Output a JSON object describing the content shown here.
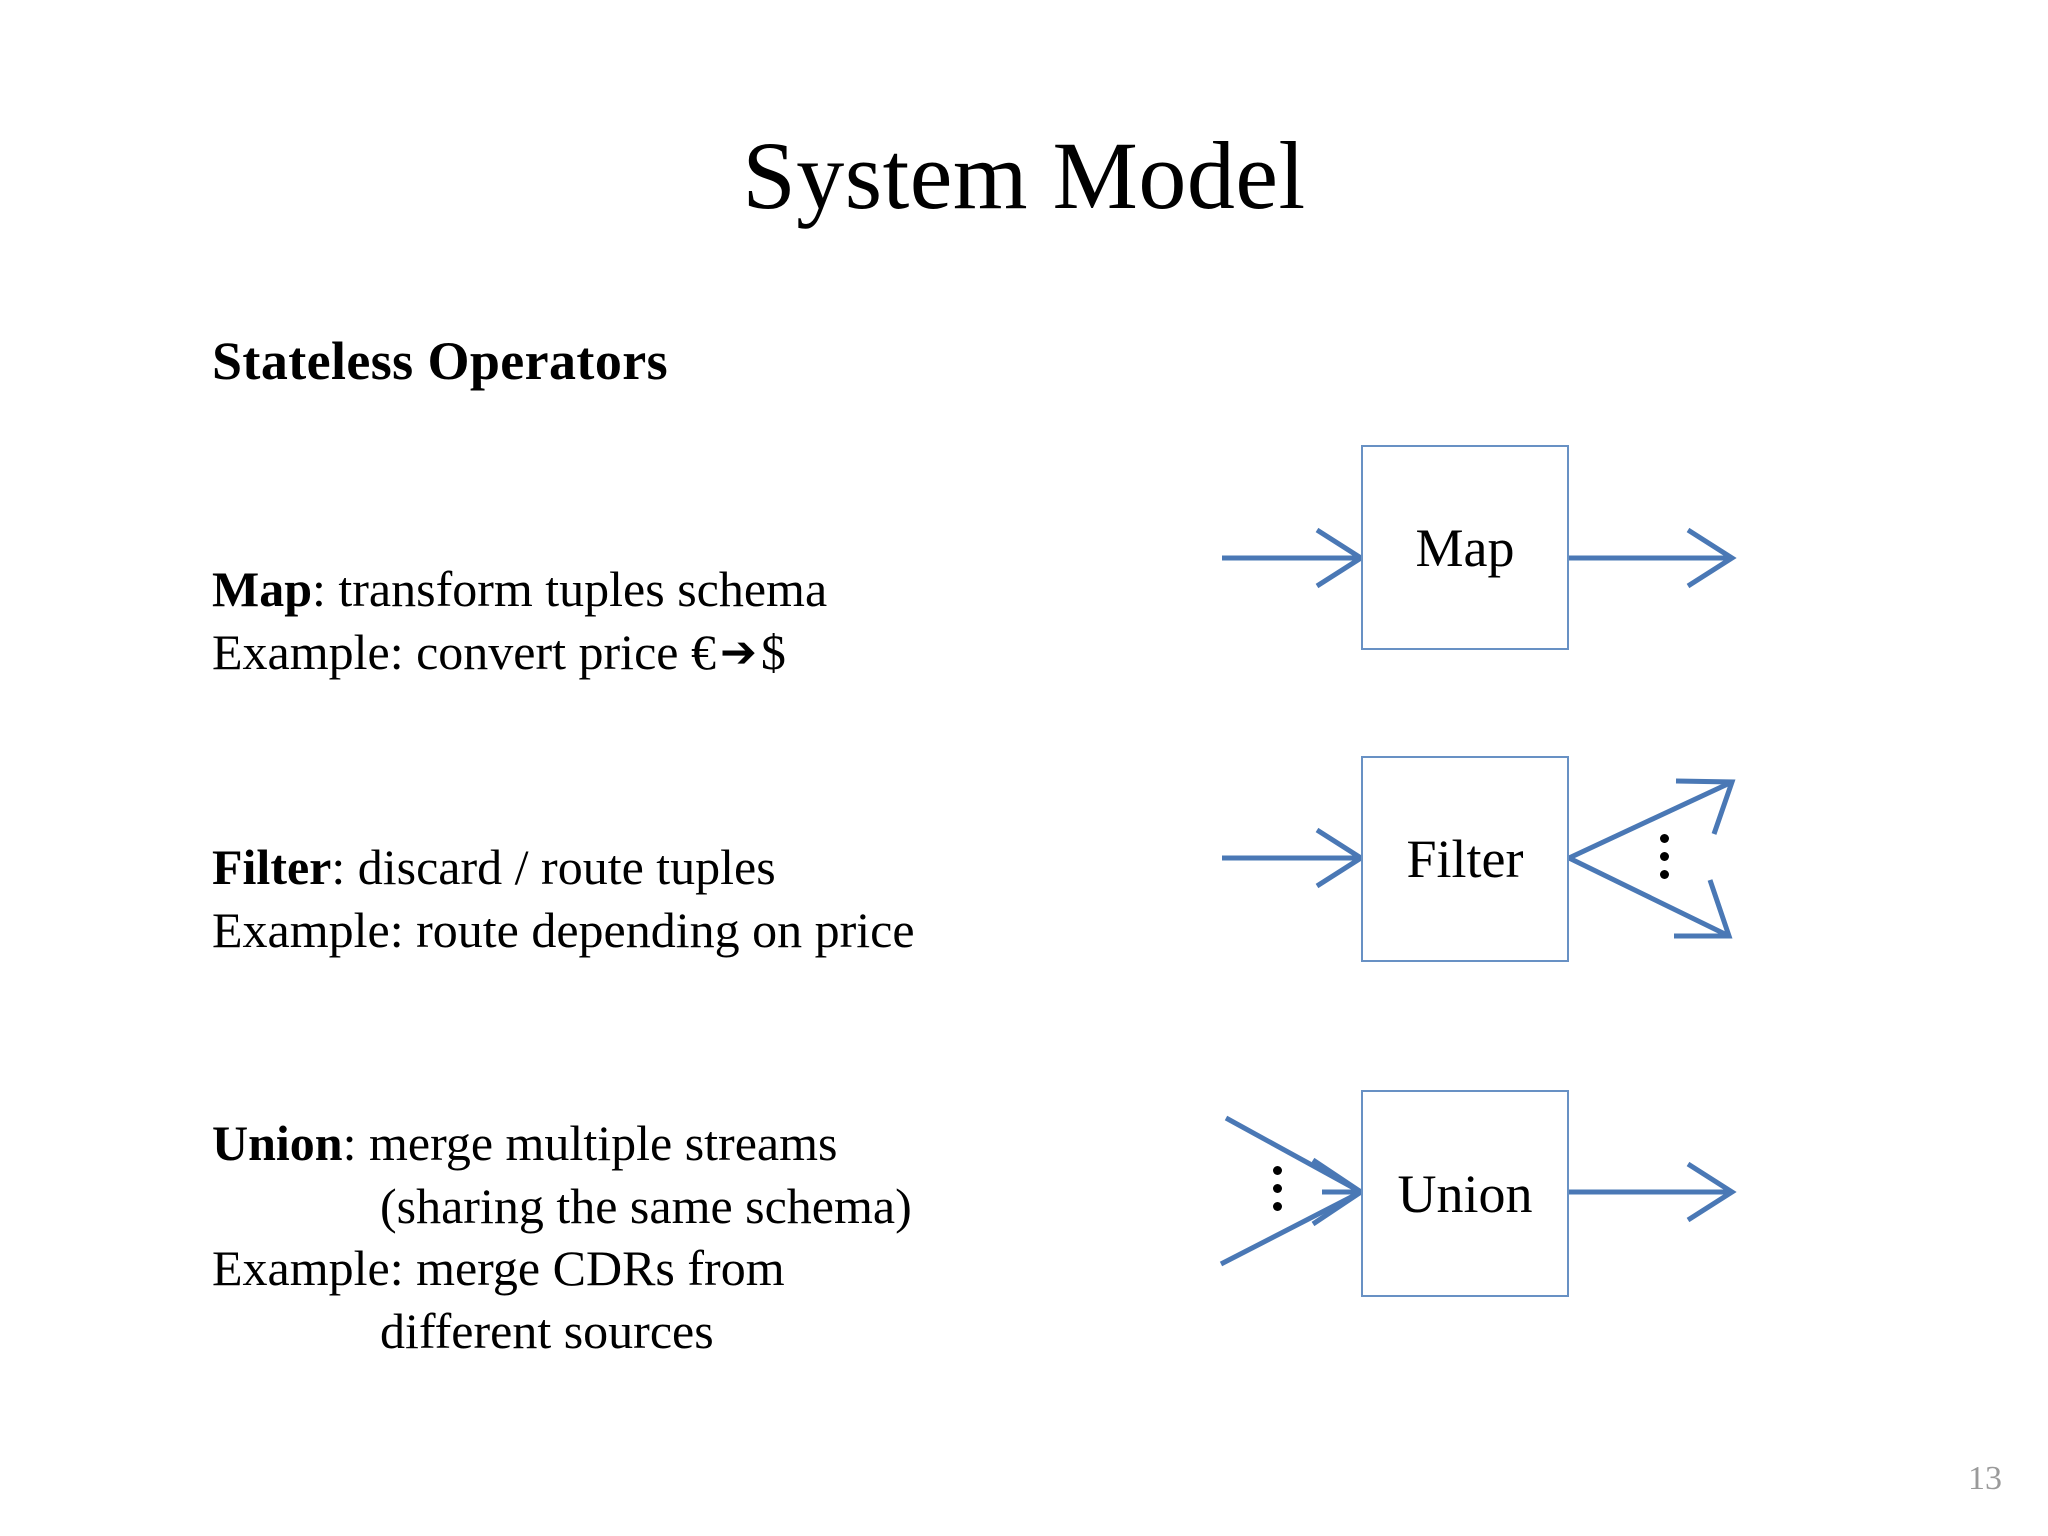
{
  "slide": {
    "title": "System Model",
    "page_number": "13",
    "section_heading": "Stateless Operators"
  },
  "colors": {
    "box_border": "#6891C4",
    "arrow": "#4A78B5",
    "text": "#000000",
    "page_number": "#9A9A9A",
    "background": "#FFFFFF"
  },
  "operators": [
    {
      "id": "map",
      "name": "Map",
      "definition_prefix": "Map",
      "definition_rest": ": transform tuples schema",
      "example_prefix": "Example: convert price ",
      "example_currency_from": "€",
      "example_arrow": "➔",
      "example_currency_to": "$",
      "box_label": "Map",
      "inputs": 1,
      "outputs": 1,
      "has_input_ellipsis": false,
      "has_output_ellipsis": false
    },
    {
      "id": "filter",
      "name": "Filter",
      "definition_prefix": "Filter",
      "definition_rest": ": discard / route tuples",
      "example_line": "Example: route depending on price",
      "box_label": "Filter",
      "inputs": 1,
      "outputs": 2,
      "has_input_ellipsis": false,
      "has_output_ellipsis": true
    },
    {
      "id": "union",
      "name": "Union",
      "definition_prefix": "Union",
      "definition_rest": ": merge multiple streams",
      "definition_line2": "(sharing the same schema)",
      "example_line": "Example: merge CDRs from",
      "example_line2": "different sources",
      "box_label": "Union",
      "inputs": 3,
      "outputs": 1,
      "has_input_ellipsis": true,
      "has_output_ellipsis": false
    }
  ]
}
